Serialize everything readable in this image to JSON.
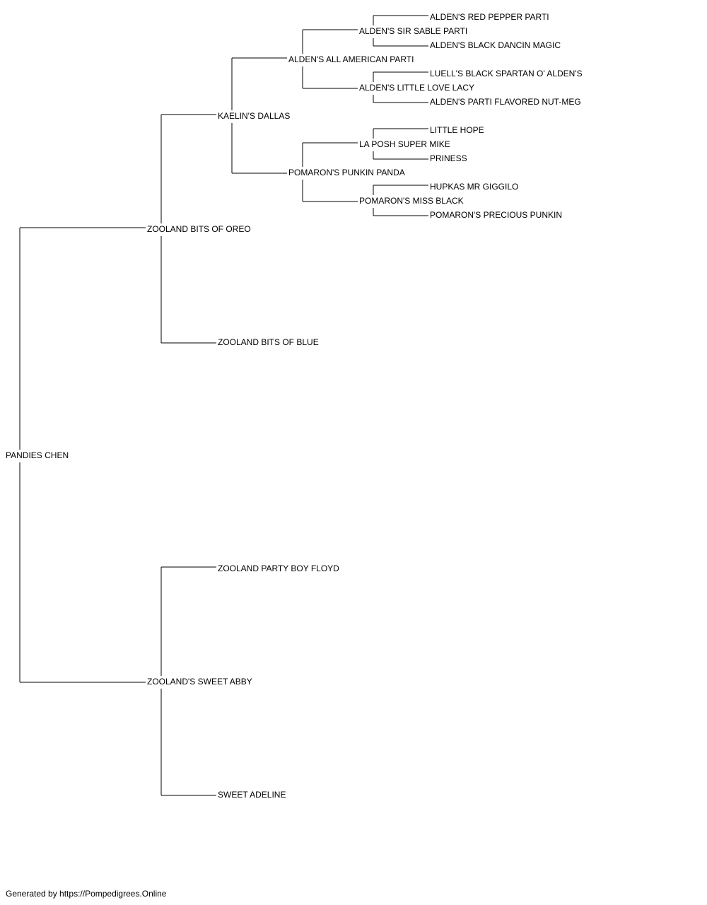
{
  "pedigree": {
    "name": "PANDIES CHEN",
    "sire": {
      "name": "ZOOLAND BITS OF OREO",
      "sire": {
        "name": "KAELIN'S DALLAS",
        "sire": {
          "name": "ALDEN'S ALL AMERICAN PARTI",
          "sire": {
            "name": "ALDEN'S SIR SABLE PARTI",
            "sire": {
              "name": "ALDEN'S RED PEPPER PARTI"
            },
            "dam": {
              "name": "ALDEN'S BLACK DANCIN MAGIC"
            }
          },
          "dam": {
            "name": "ALDEN'S LITTLE LOVE LACY",
            "sire": {
              "name": "LUELL'S BLACK SPARTAN O' ALDEN'S"
            },
            "dam": {
              "name": "ALDEN'S PARTI FLAVORED NUT-MEG"
            }
          }
        },
        "dam": {
          "name": "POMARON'S PUNKIN PANDA",
          "sire": {
            "name": "LA POSH SUPER MIKE",
            "sire": {
              "name": "LITTLE HOPE"
            },
            "dam": {
              "name": "PRINESS"
            }
          },
          "dam": {
            "name": "POMARON'S MISS BLACK",
            "sire": {
              "name": "HUPKAS MR GIGGILO"
            },
            "dam": {
              "name": "POMARON'S PRECIOUS PUNKIN"
            }
          }
        }
      },
      "dam": {
        "name": "ZOOLAND BITS OF BLUE"
      }
    },
    "dam": {
      "name": "ZOOLAND'S SWEET ABBY",
      "sire": {
        "name": "ZOOLAND PARTY BOY FLOYD"
      },
      "dam": {
        "name": "SWEET ADELINE"
      }
    }
  },
  "footer": {
    "text": "Generated by https://Pompedigrees.Online"
  },
  "colors": {
    "line": "#000000",
    "text": "#000000",
    "background": "#ffffff"
  }
}
